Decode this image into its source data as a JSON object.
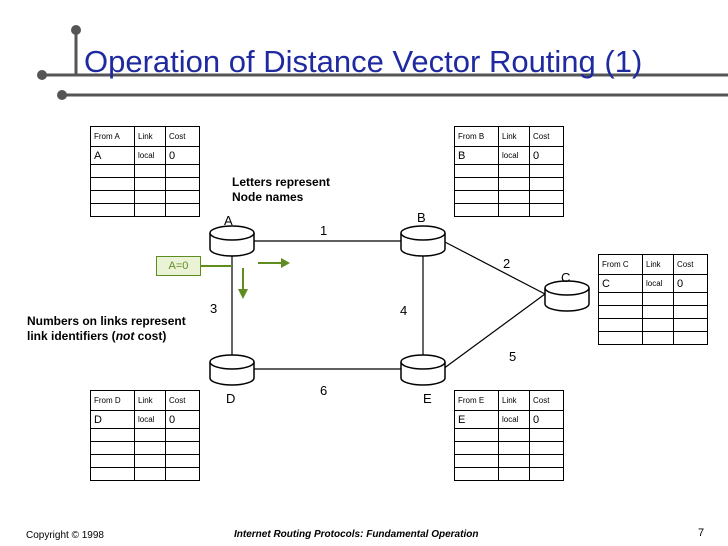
{
  "title": "Operation of Distance Vector Routing (1)",
  "table_headers": [
    "Link",
    "Cost"
  ],
  "tables": [
    {
      "key": "A",
      "from": "From A",
      "node": "A",
      "link": "local",
      "cost": "0"
    },
    {
      "key": "B",
      "from": "From B",
      "node": "B",
      "link": "local",
      "cost": "0"
    },
    {
      "key": "C",
      "from": "From C",
      "node": "C",
      "link": "local",
      "cost": "0"
    },
    {
      "key": "D",
      "from": "From D",
      "node": "D",
      "link": "local",
      "cost": "0"
    },
    {
      "key": "E",
      "from": "From E",
      "node": "E",
      "link": "local",
      "cost": "0"
    }
  ],
  "nodes": [
    "A",
    "B",
    "C",
    "D",
    "E"
  ],
  "links": [
    {
      "id": "1",
      "from": "A",
      "to": "B"
    },
    {
      "id": "2",
      "from": "B",
      "to": "C"
    },
    {
      "id": "3",
      "from": "A",
      "to": "D"
    },
    {
      "id": "4",
      "from": "B",
      "to": "E"
    },
    {
      "id": "5",
      "from": "C",
      "to": "E"
    },
    {
      "id": "6",
      "from": "D",
      "to": "E"
    }
  ],
  "update_message": "A=0",
  "note_letters": [
    "Letters represent",
    "Node names"
  ],
  "note_numbers": {
    "line1": "Numbers on links represent",
    "line2_pre": "link identifiers (",
    "line2_em": "not",
    "line2_post": " cost)"
  },
  "footer": {
    "copyright": "Copyright © 1998",
    "course": "Internet Routing Protocols: Fundamental Operation",
    "page": "7"
  },
  "colors": {
    "title": "#1f2aa0",
    "accent": "#5e8c1f",
    "message_box": "#eaf3d6"
  }
}
